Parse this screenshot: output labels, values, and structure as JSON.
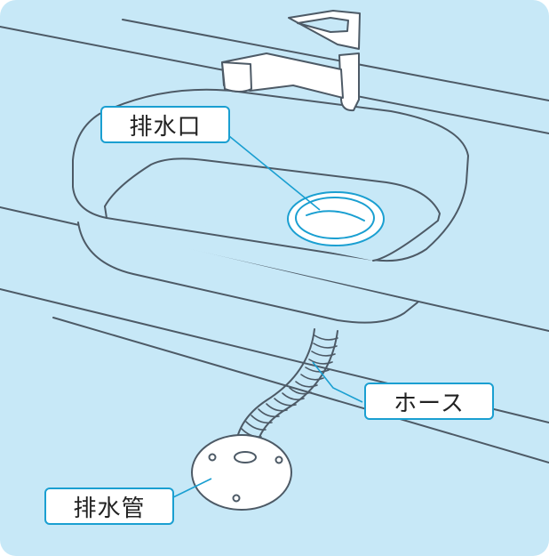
{
  "labels": {
    "drain_outlet": "排水口",
    "hose": "ホース",
    "drain_pipe": "排水管"
  },
  "colors": {
    "background": "#c7e8f7",
    "line": "#4d5a66",
    "leader": "#1a9fd1",
    "label_border": "#1a9fd1",
    "label_fill": "#ffffff"
  }
}
